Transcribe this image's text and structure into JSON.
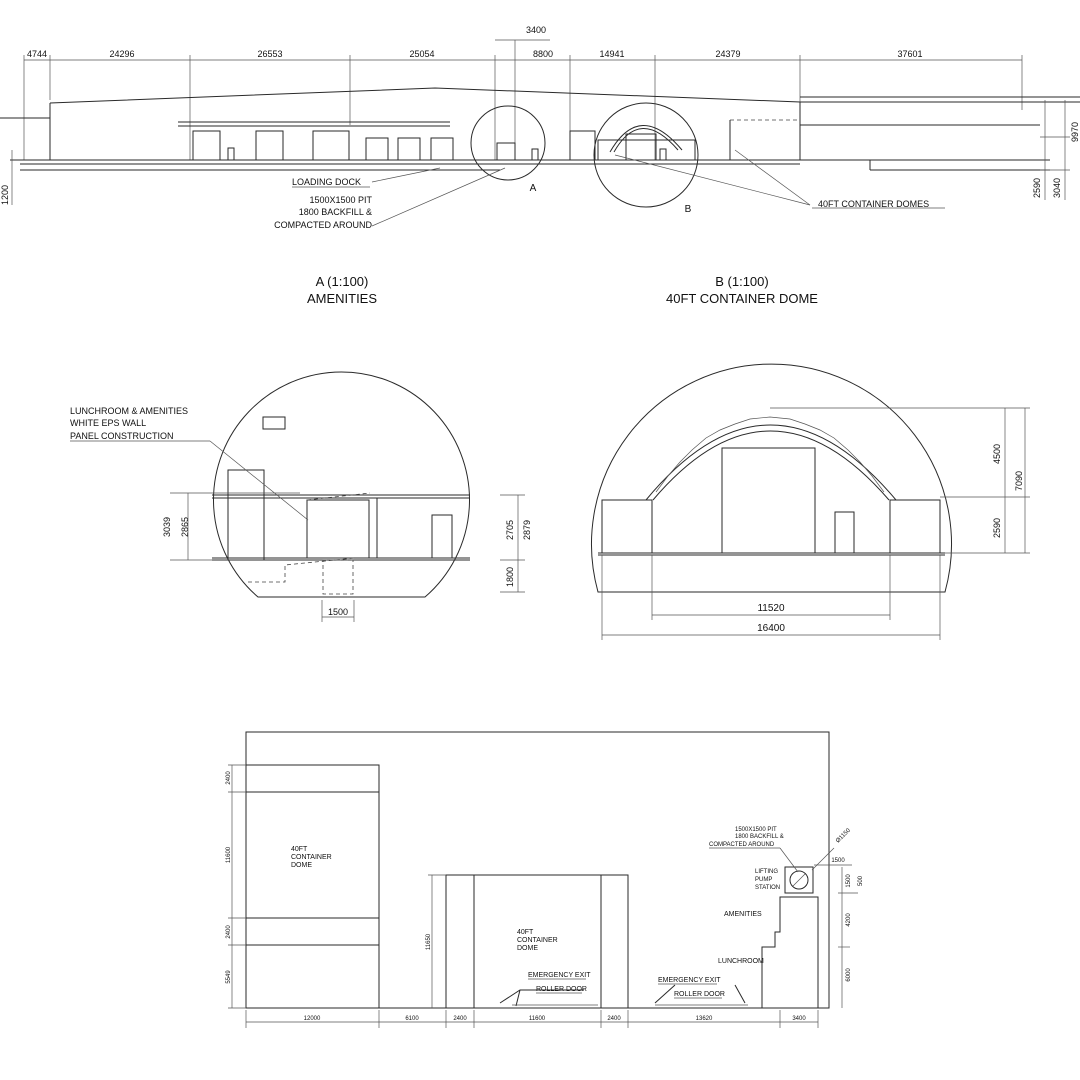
{
  "top_elevation": {
    "dims": [
      "4744",
      "24296",
      "26553",
      "25054",
      "3400",
      "8800",
      "14941",
      "24379",
      "37601"
    ],
    "right_dims": [
      "9970",
      "2590",
      "3040"
    ],
    "left_dim": "1200",
    "labels": {
      "loading_dock": "LOADING DOCK",
      "pit_1": "1500X1500 PIT",
      "pit_2": "1800 BACKFILL &",
      "pit_3": "COMPACTED AROUND",
      "domes": "40FT CONTAINER DOMES",
      "marker_a": "A",
      "marker_b": "B"
    }
  },
  "detail_a": {
    "title": "A (1:100)",
    "subtitle": "AMENITIES",
    "note_1": "LUNCHROOM & AMENITIES",
    "note_2": "WHITE EPS WALL",
    "note_3": "PANEL CONSTRUCTION",
    "dims": {
      "d3039": "3039",
      "d2865": "2865",
      "d2705": "2705",
      "d2879": "2879",
      "d1800": "1800",
      "d1500": "1500"
    }
  },
  "detail_b": {
    "title": "B (1:100)",
    "subtitle": "40FT CONTAINER DOME",
    "dims": {
      "d4500": "4500",
      "d7090": "7090",
      "d2590": "2590",
      "d11520": "11520",
      "d16400": "16400"
    }
  },
  "plan": {
    "dome1_l1": "40FT",
    "dome1_l2": "CONTAINER",
    "dome1_l3": "DOME",
    "dome2_l1": "40FT",
    "dome2_l2": "CONTAINER",
    "dome2_l3": "DOME",
    "emergency_exit_1": "EMERGENCY EXIT",
    "roller_door_1": "ROLLER DOOR",
    "emergency_exit_2": "EMERGENCY EXIT",
    "roller_door_2": "ROLLER DOOR",
    "pit_1": "1500X1500 PIT",
    "pit_2": "1800 BACKFILL &",
    "pit_3": "COMPACTED AROUND",
    "diameter": "Ø1150",
    "lifting_1": "LIFTING",
    "lifting_2": "PUMP",
    "lifting_3": "STATION",
    "amenities": "AMENITIES",
    "lunchroom": "LUNCHROOM",
    "left_dims": [
      "2400",
      "11600",
      "2400",
      "5549"
    ],
    "dim_11650": "11650",
    "bottom_dims": [
      "12000",
      "6100",
      "2400",
      "11600",
      "2400",
      "13620",
      "3400"
    ],
    "right_dims": [
      "1500",
      "1500",
      "500",
      "4200",
      "6000"
    ]
  }
}
